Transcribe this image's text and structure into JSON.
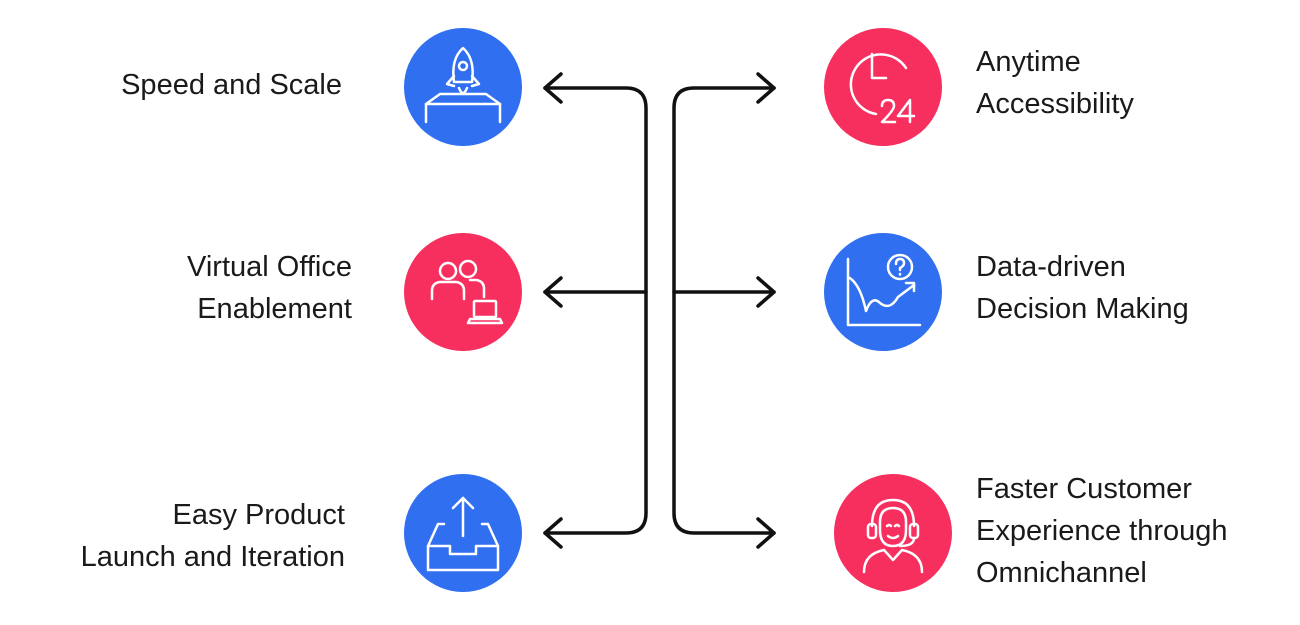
{
  "colors": {
    "blue": "#2f6ff0",
    "pink": "#f72f5f",
    "line": "#111111",
    "icon": "#ffffff"
  },
  "left_items": [
    {
      "lines": [
        "Speed and Scale"
      ],
      "icon": "rocket-icon",
      "color": "blue"
    },
    {
      "lines": [
        "Virtual Office",
        "Enablement"
      ],
      "icon": "users-laptop-icon",
      "color": "pink"
    },
    {
      "lines": [
        "Easy Product",
        "Launch and Iteration"
      ],
      "icon": "upload-tray-icon",
      "color": "blue"
    }
  ],
  "right_items": [
    {
      "lines": [
        "Anytime",
        "Accessibility"
      ],
      "icon": "clock-24-icon",
      "color": "pink"
    },
    {
      "lines": [
        "Data-driven",
        "Decision Making"
      ],
      "icon": "chart-question-icon",
      "color": "blue"
    },
    {
      "lines": [
        "Faster Customer",
        "Experience through",
        "Omnichannel"
      ],
      "icon": "support-agent-icon",
      "color": "pink"
    }
  ]
}
